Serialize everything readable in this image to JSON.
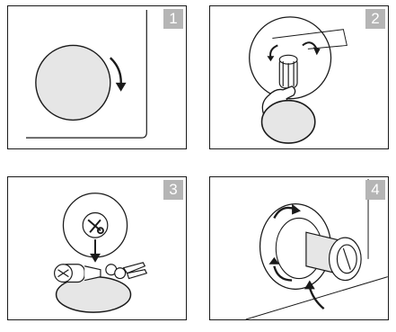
{
  "panels": [
    {
      "number": "1"
    },
    {
      "number": "2"
    },
    {
      "number": "3"
    },
    {
      "number": "4"
    }
  ],
  "colors": {
    "badge": "#b5b5b5",
    "line": "#1a1a1a",
    "fill_light": "#e6e6e6"
  }
}
